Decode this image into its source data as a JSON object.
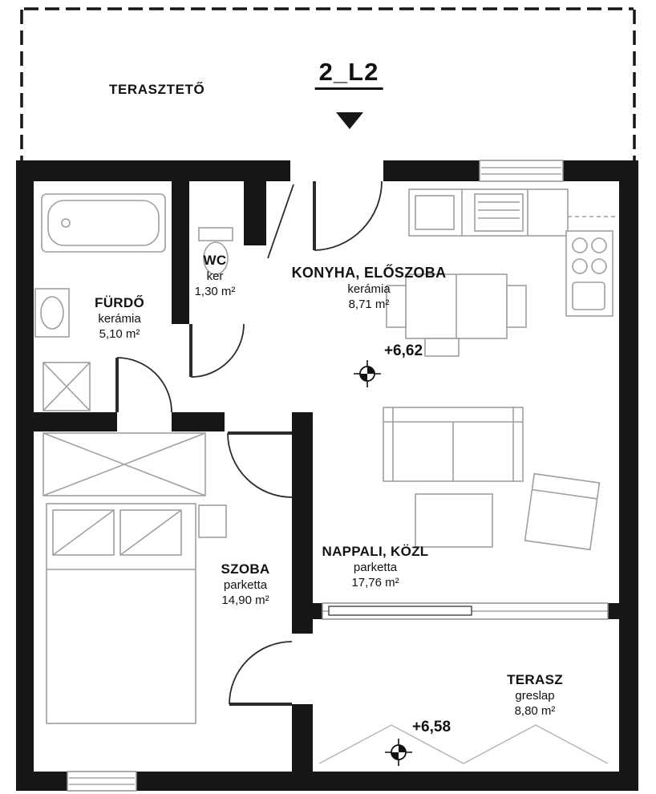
{
  "colors": {
    "wall": "#161616",
    "furn": "#9aa0a6",
    "win": "#8d9296",
    "line": "#2b2b2b",
    "text": "#121212"
  },
  "section": {
    "label": "2_L2"
  },
  "roof": {
    "label": "TERASZTETŐ"
  },
  "rooms": {
    "furdo": {
      "name": "FÜRDŐ",
      "material": "kerámia",
      "area": "5,10 m²"
    },
    "wc": {
      "name": "WC",
      "material": "ker",
      "area": "1,30 m²"
    },
    "konyha": {
      "name": "KONYHA, ELŐSZOBA",
      "material": "kerámia",
      "area": "8,71 m²"
    },
    "szoba": {
      "name": "SZOBA",
      "material": "parketta",
      "area": "14,90 m²"
    },
    "nappali": {
      "name": "NAPPALI, KÖZL",
      "material": "parketta",
      "area": "17,76 m²"
    },
    "terasz": {
      "name": "TERASZ",
      "material": "greslap",
      "area": "8,80 m²"
    }
  },
  "elevations": {
    "konyha": "+6,62",
    "terasz": "+6,58"
  }
}
